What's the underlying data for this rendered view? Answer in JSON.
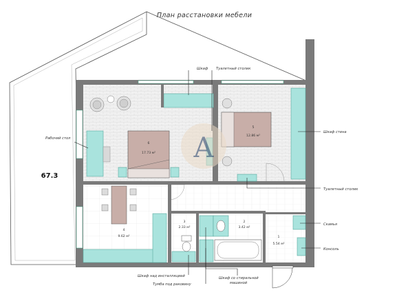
{
  "title": "План расстановки мебели",
  "total_area": "67.3",
  "rooms": [
    {
      "num": "6",
      "area": "17.73 м²"
    },
    {
      "num": "5",
      "area": "12.86 м²"
    },
    {
      "num": "4",
      "area": "9.62 м²"
    },
    {
      "num": "3",
      "area": "2.33 м²"
    },
    {
      "num": "2",
      "area": "3.42 м²"
    },
    {
      "num": "1",
      "area": "5.54 м²"
    }
  ],
  "labels": {
    "wardrobe": "Шкаф",
    "vanity_top": "Туалетный столик",
    "desk": "Рабочий стол",
    "wall_wardrobe": "Шкаф стена",
    "vanity_right": "Туалетный столик",
    "bench": "Скамья",
    "console": "Консоль",
    "cabinet_installation": "Шкаф над инсталляцией",
    "sink_cabinet": "Тумба под раковину",
    "washer_cabinet": "Шкаф со стиральной машиной"
  },
  "watermark_letter": "A",
  "colors": {
    "teal": "#a9e3dd",
    "wall": "#7a7a7a",
    "wood": "#c8aea8",
    "lead_line": "#222222"
  }
}
